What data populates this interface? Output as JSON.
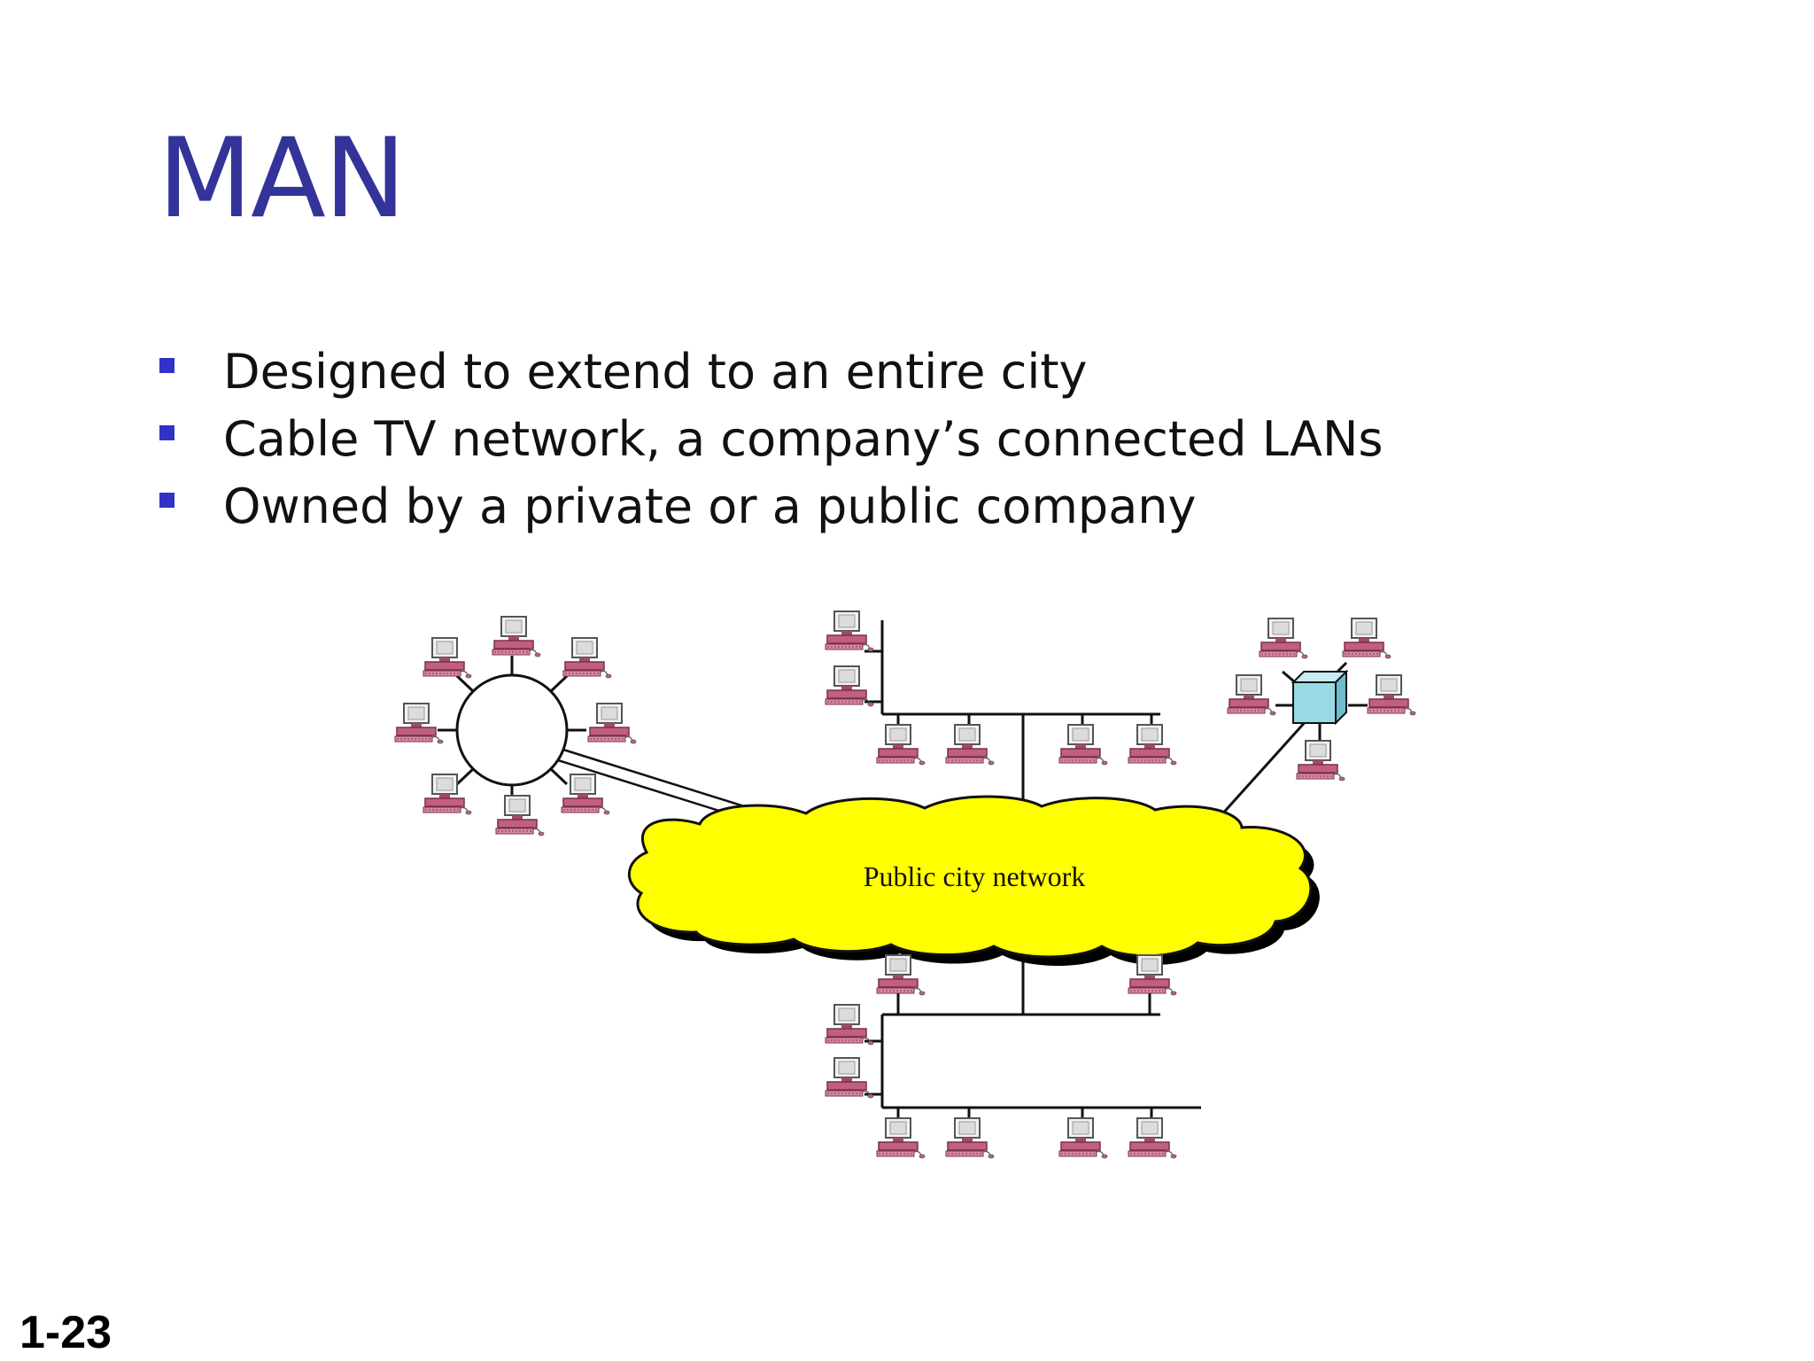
{
  "slide": {
    "title": "MAN",
    "bullets": [
      "Designed to extend to an entire city",
      "Cable TV network, a company’s connected LANs",
      "Owned by a private or a public company"
    ],
    "slide_number": "1-23"
  },
  "diagram": {
    "cloud_label": "Public city network",
    "colors": {
      "title": "#33339a",
      "bullet": "#3232c8",
      "cloud_fill": "#ffff00",
      "switch_fill": "#99d9e6",
      "computer": "#c0607c"
    }
  }
}
